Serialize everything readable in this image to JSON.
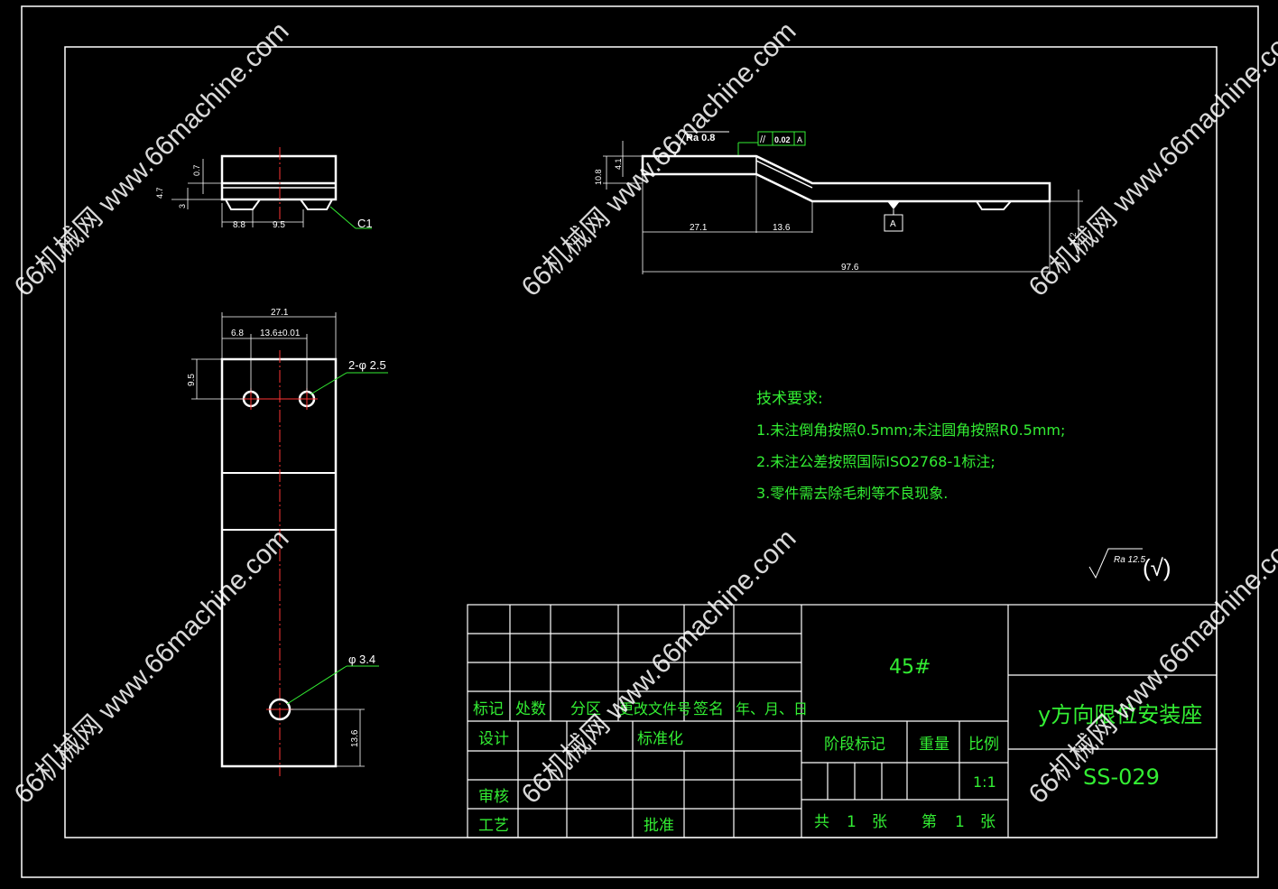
{
  "dims": {
    "top_h1": "0.7",
    "top_h2": "4.7",
    "top_h3": "3",
    "top_w1": "8.8",
    "top_w2": "9.5",
    "chamfer": "C1",
    "roughness": "Ra 0.8",
    "flatness_sym": "//",
    "flatness_val": "0.02",
    "datum": "A",
    "side_h1": "10.8",
    "side_h2": "4.1",
    "side_w1": "27.1",
    "side_w2": "13.6",
    "side_total": "97.6",
    "side_end": "4.2",
    "plan_w": "27.1",
    "plan_w1": "6.8",
    "plan_w2": "13.6±0.01",
    "plan_h": "9.5",
    "holes_small": "2-φ 2.5",
    "hole_large": "φ 3.4",
    "plan_h2": "13.6",
    "surface_ra": "Ra 12.5",
    "surface_check": "(√)"
  },
  "tech": {
    "heading": "技术要求:",
    "items": [
      "1.未注倒角按照0.5mm;未注圆角按照R0.5mm;",
      "2.未注公差按照国际ISO2768-1标注;",
      "3.零件需去除毛刺等不良现象."
    ]
  },
  "title_block": {
    "material": "45#",
    "part_name": "y方向限位安装座",
    "part_no": "SS-029",
    "labels": {
      "mark": "标记",
      "count": "处数",
      "zone": "分区",
      "change_doc": "更改文件号",
      "sign": "签名",
      "date": "年、月、日",
      "design": "设计",
      "standard": "标准化",
      "review": "审核",
      "process": "工艺",
      "approve": "批准",
      "stage": "阶段标记",
      "weight": "重量",
      "scale": "比例"
    },
    "scale": "1:1",
    "sheets_total_label": "共",
    "sheets_total": "1",
    "sheets_unit": "张",
    "sheet_no_label": "第",
    "sheet_no": "1",
    "sheet_no_unit": "张"
  },
  "watermark": "66机械网 www.66machine.com",
  "colors": {
    "background": "#000000",
    "outline": "#ffffff",
    "centerline": "#ff3333",
    "leader": "#33ee33",
    "text_green": "#33ee33"
  }
}
